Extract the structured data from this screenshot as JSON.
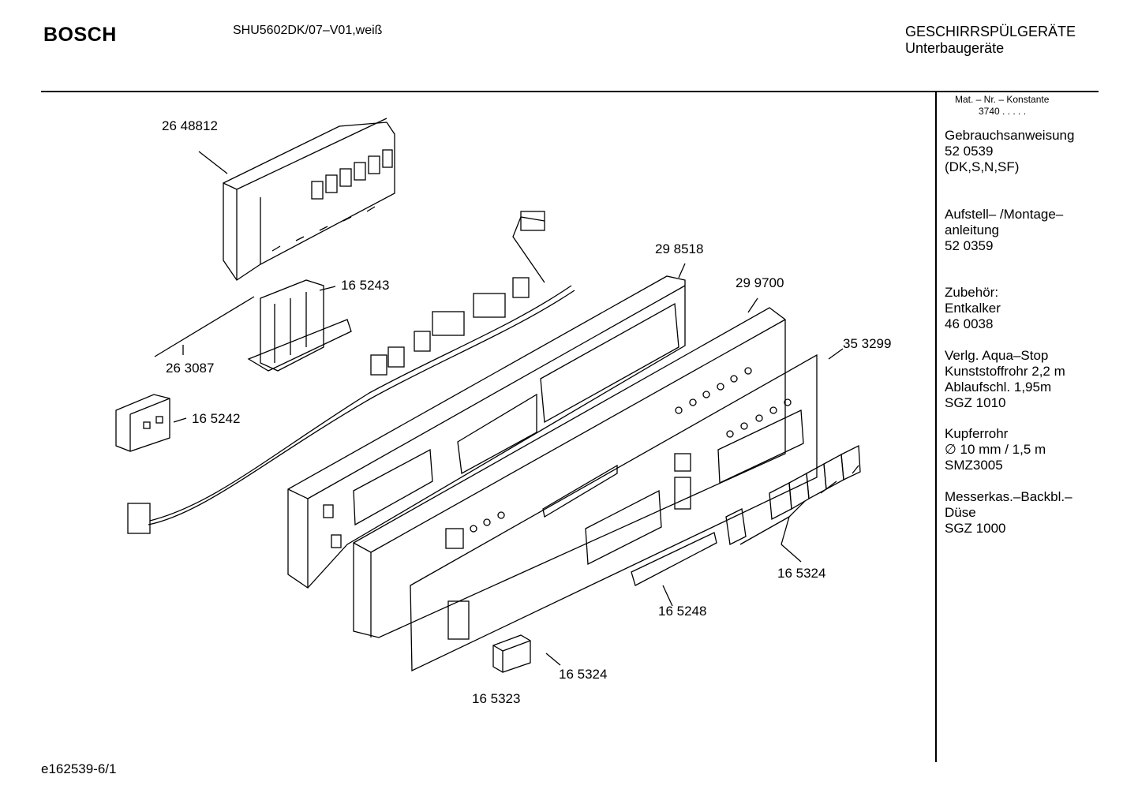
{
  "header": {
    "brand": "BOSCH",
    "model": "SHU5602DK/07–V01,weiß",
    "category_line1": "GESCHIRRSPÜLGERÄTE",
    "category_line2": "Unterbaugeräte"
  },
  "sidebar": {
    "mat_nr_label": "Mat. – Nr. – Konstante",
    "mat_nr_value": "3740 .  .  .  .  .",
    "blocks": [
      "Gebrauchsanweisung\n52 0539\n(DK,S,N,SF)",
      "Aufstell– /Montage–\nanleitung\n52 0359",
      "Zubehör:\nEntkalker\n46 0038",
      "Verlg. Aqua–Stop\nKunststoffrohr 2,2 m\nAblaufschl. 1,95m\nSGZ 1010",
      "Kupferrohr\n∅ 10 mm / 1,5 m\nSMZ3005",
      "Messerkas.–Backbl.–\nDüse\nSGZ 1000"
    ]
  },
  "parts": [
    "26 48812",
    "16 5243",
    "26 3087",
    "16 5242",
    "29 8518",
    "29 9700",
    "35 3299",
    "16 5324",
    "16 5248",
    "16 5324",
    "16 5323"
  ],
  "footer": {
    "code": "e162539-6/1"
  }
}
